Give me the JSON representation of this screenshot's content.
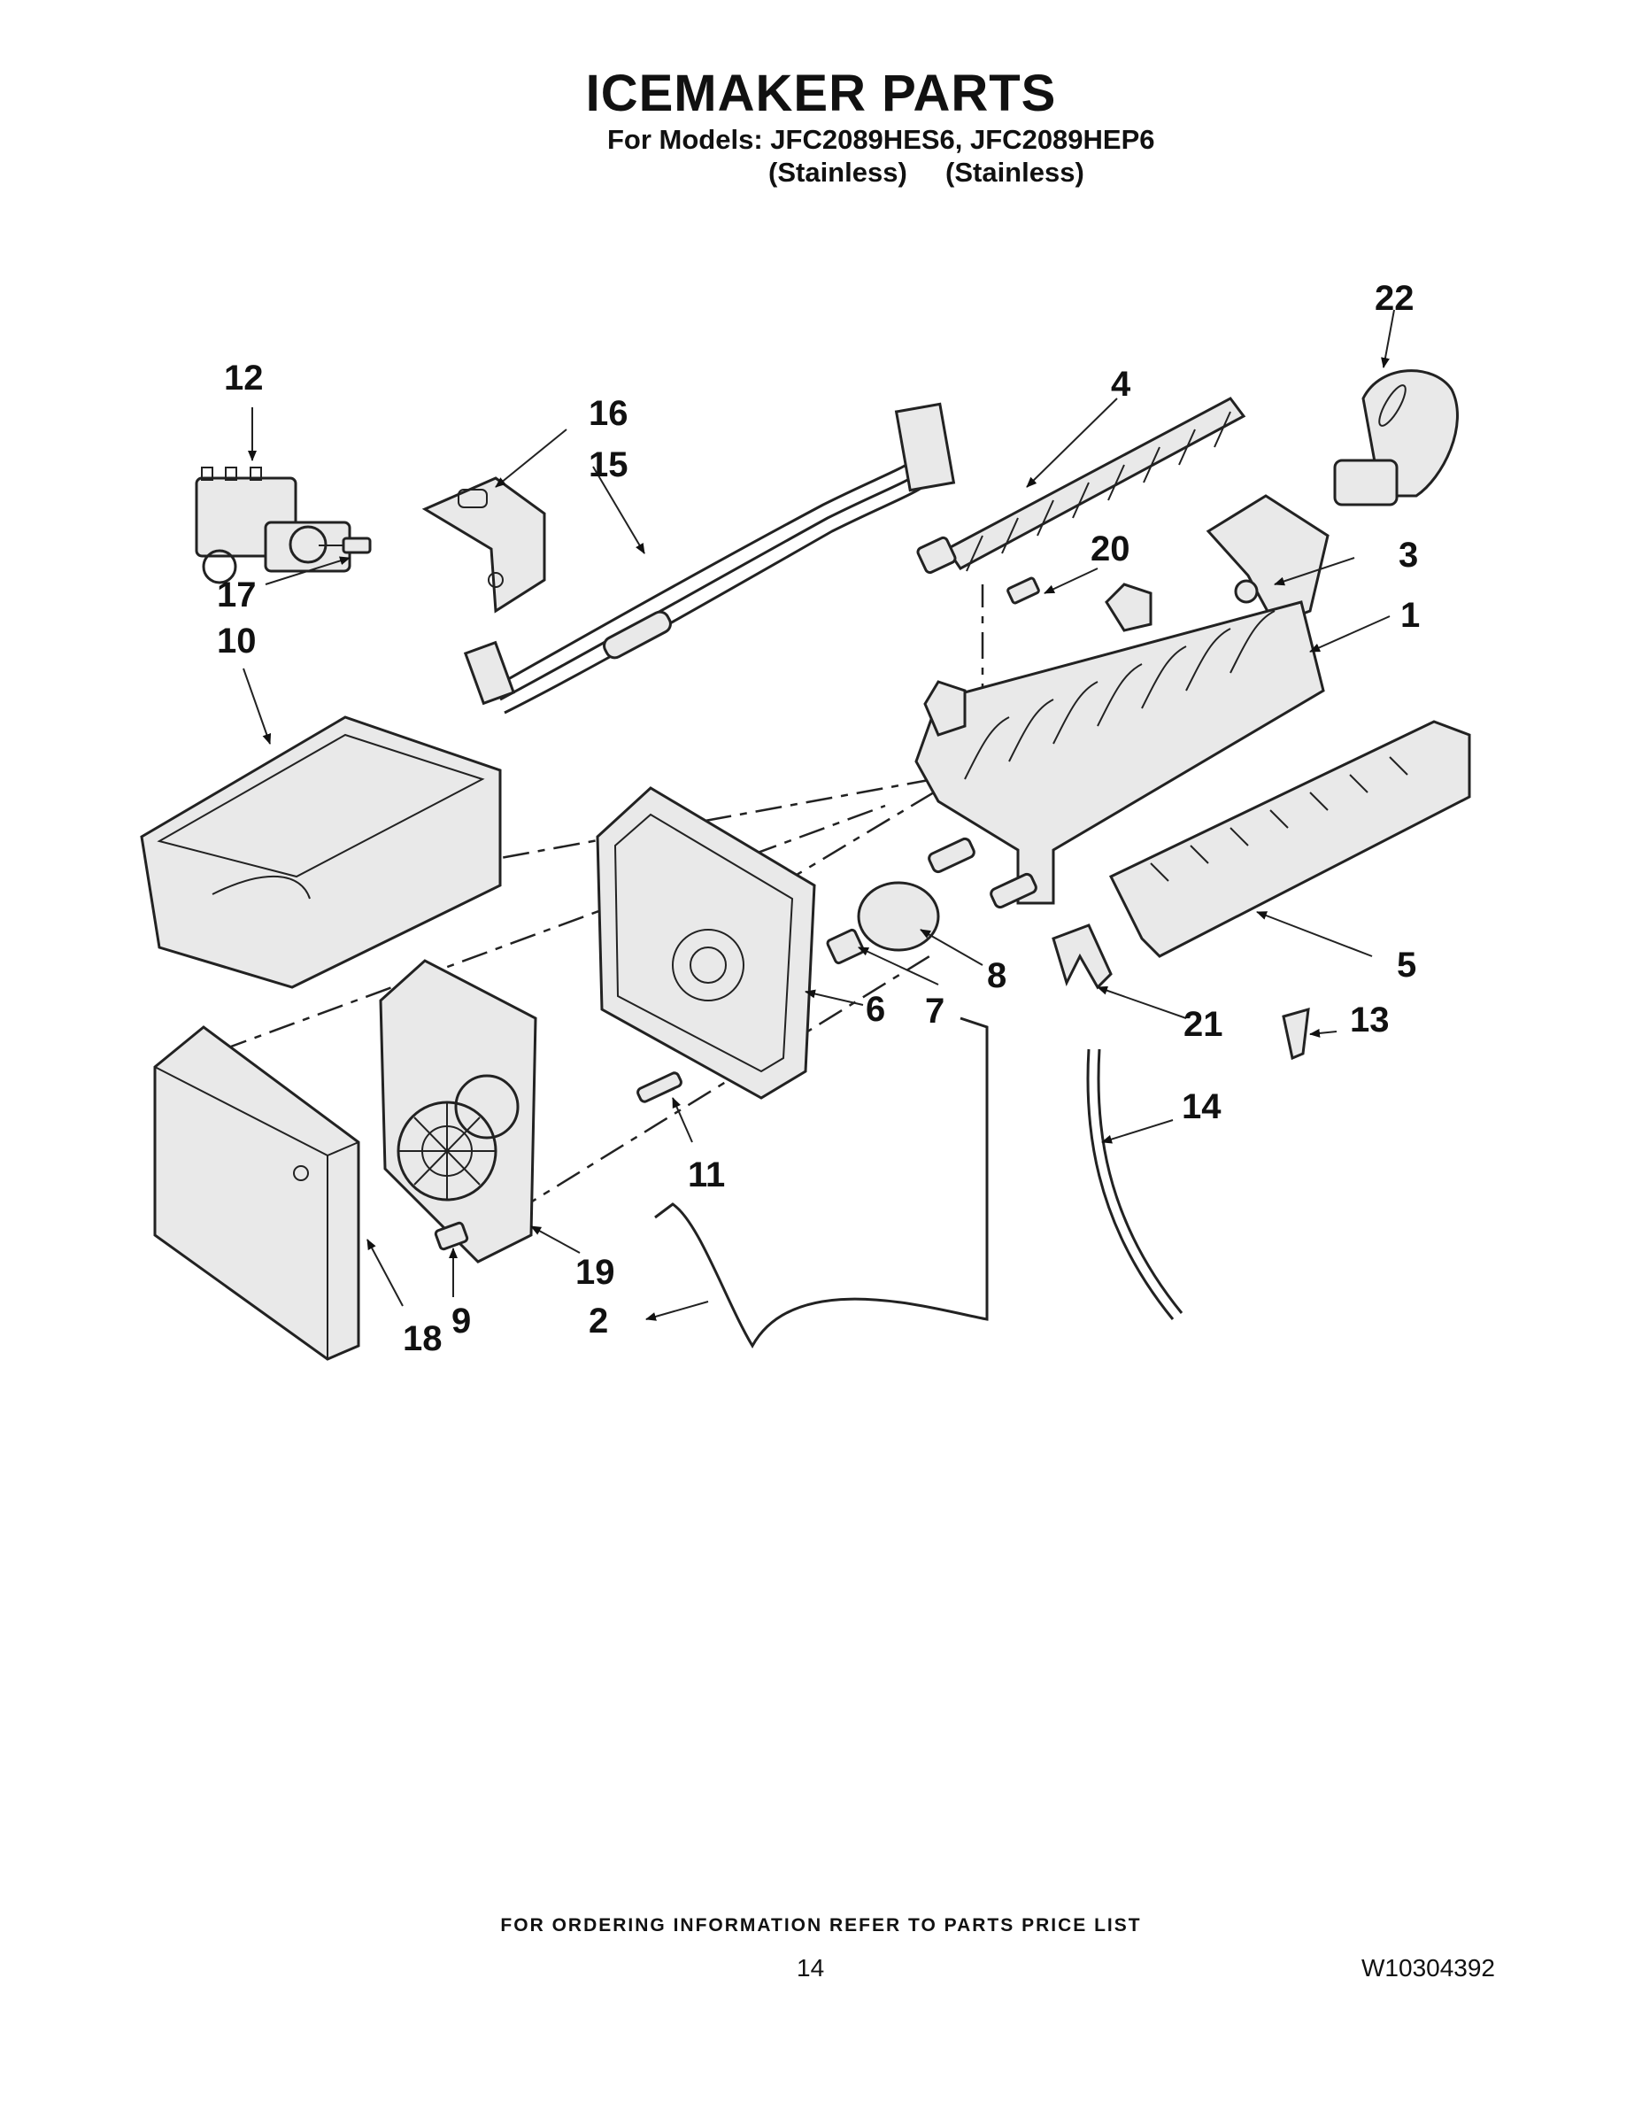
{
  "title": "ICEMAKER PARTS",
  "models_line": "For Models: JFC2089HES6, JFC2089HEP6",
  "finishes": [
    "(Stainless)",
    "(Stainless)"
  ],
  "footer_note": "FOR ORDERING INFORMATION REFER TO PARTS PRICE LIST",
  "page_number": "14",
  "document_number": "W10304392",
  "callouts": [
    "1",
    "2",
    "3",
    "4",
    "5",
    "6",
    "7",
    "8",
    "9",
    "10",
    "11",
    "12",
    "13",
    "14",
    "15",
    "16",
    "17",
    "18",
    "19",
    "20",
    "21",
    "22"
  ]
}
